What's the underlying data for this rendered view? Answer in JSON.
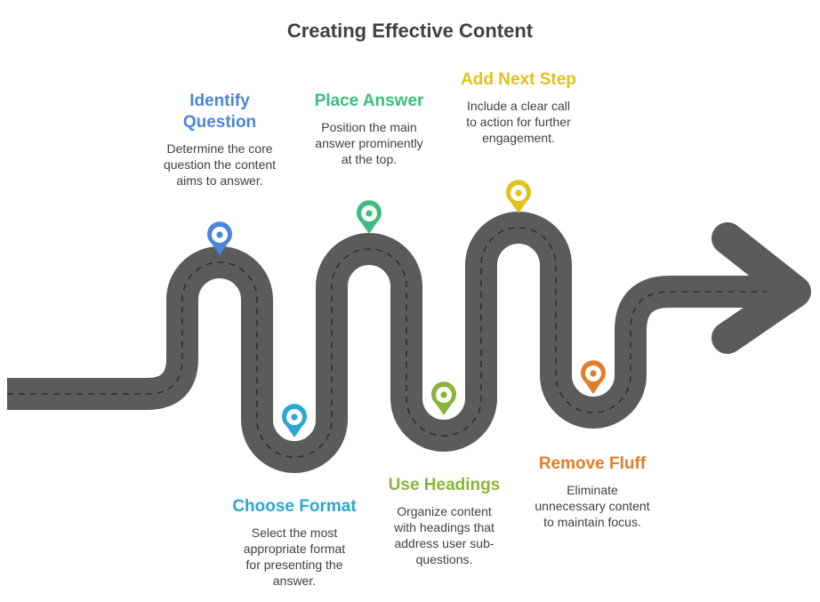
{
  "title": "Creating Effective Content",
  "colors": {
    "road": "#5b5b5b",
    "road_dash": "#2f2f2f",
    "identify": "#4a86d8",
    "format": "#2aa7d3",
    "answer": "#3dbd7d",
    "headings": "#8ab33a",
    "next_step": "#e0c21c",
    "fluff": "#e07e27"
  },
  "steps": {
    "identify": {
      "title_line1": "Identify",
      "title_line2": "Question",
      "desc_line1": "Determine the core",
      "desc_line2": "question the content",
      "desc_line3": "aims to answer."
    },
    "format": {
      "title": "Choose Format",
      "desc_line1": "Select the most",
      "desc_line2": "appropriate format",
      "desc_line3": "for presenting the",
      "desc_line4": "answer."
    },
    "answer": {
      "title": "Place Answer",
      "desc_line1": "Position the main",
      "desc_line2": "answer prominently",
      "desc_line3": "at the top."
    },
    "headings": {
      "title": "Use Headings",
      "desc_line1": "Organize content",
      "desc_line2": "with headings that",
      "desc_line3": "address user sub-",
      "desc_line4": "questions."
    },
    "next_step": {
      "title": "Add Next Step",
      "desc_line1": "Include a clear call",
      "desc_line2": "to action for further",
      "desc_line3": "engagement."
    },
    "fluff": {
      "title": "Remove Fluff",
      "desc_line1": "Eliminate",
      "desc_line2": "unnecessary content",
      "desc_line3": "to maintain focus."
    }
  }
}
